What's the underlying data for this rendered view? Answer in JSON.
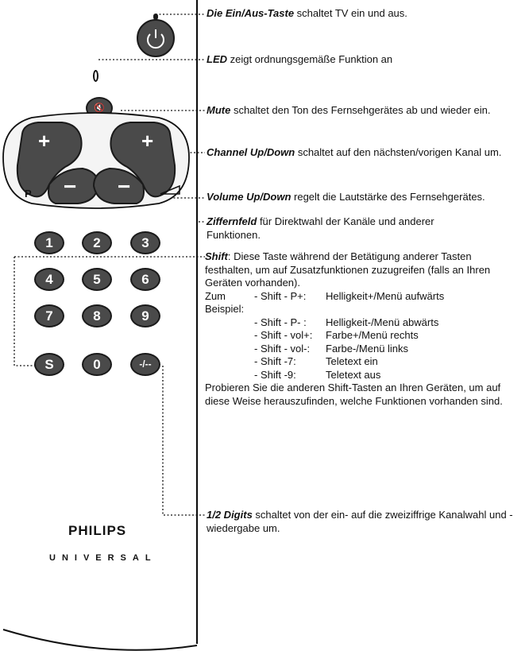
{
  "remote": {
    "brand": "PHILIPS",
    "model": "UNIVERSAL",
    "p_label": "P",
    "keys": {
      "mute": "🔇",
      "p_plus": "+",
      "p_minus": "−",
      "vol_plus": "+",
      "vol_minus": "−",
      "d1": "1",
      "d2": "2",
      "d3": "3",
      "d4": "4",
      "d5": "5",
      "d6": "6",
      "d7": "7",
      "d8": "8",
      "d9": "9",
      "shift": "S",
      "d0": "0",
      "digits": "-/--"
    }
  },
  "annotations": {
    "power": {
      "term": "Die Ein/Aus-Taste",
      "text": " schaltet TV ein und aus."
    },
    "led": {
      "term": "LED",
      "text": " zeigt ordnungsgemäße Funktion an"
    },
    "mute": {
      "term": "Mute",
      "text": " schaltet den Ton des Fernsehgerätes ab und wieder ein."
    },
    "channel": {
      "term": "Channel Up/Down",
      "text": " schaltet auf den nächsten/vorigen Kanal um."
    },
    "volume": {
      "term": "Volume Up/Down",
      "text": " regelt die Lautstärke des Fernsehgerätes."
    },
    "keypad": {
      "term": "Ziffernfeld",
      "text": " für Direktwahl der Kanäle und anderer Funktionen."
    },
    "shift": {
      "term": "Shift",
      "text": ": Diese Taste während der Betätigung anderer Tasten festhalten, um auf Zusatzfunktionen zuzugreifen (falls an Ihren Geräten vorhanden).",
      "example_intro": "Zum Beispiel:",
      "examples": [
        {
          "combo": "- Shift - P+:",
          "effect": "Helligkeit+/Menü aufwärts"
        },
        {
          "combo": "- Shift - P- :",
          "effect": "Helligkeit-/Menü abwärts"
        },
        {
          "combo": "- Shift - vol+:",
          "effect": "Farbe+/Menü rechts"
        },
        {
          "combo": "- Shift - vol-:",
          "effect": "Farbe-/Menü links"
        },
        {
          "combo": "- Shift -7:",
          "effect": "Teletext ein"
        },
        {
          "combo": "- Shift -9:",
          "effect": "Teletext aus"
        }
      ],
      "footer": "Probieren Sie die anderen Shift-Tasten an Ihren Geräten, um auf diese Weise herauszufinden, welche Funktionen vorhanden sind."
    },
    "digits": {
      "term": "1/2 Digits",
      "text": " schaltet von der ein- auf die zweiziffrige Kanalwahl und -wiedergabe um."
    }
  }
}
